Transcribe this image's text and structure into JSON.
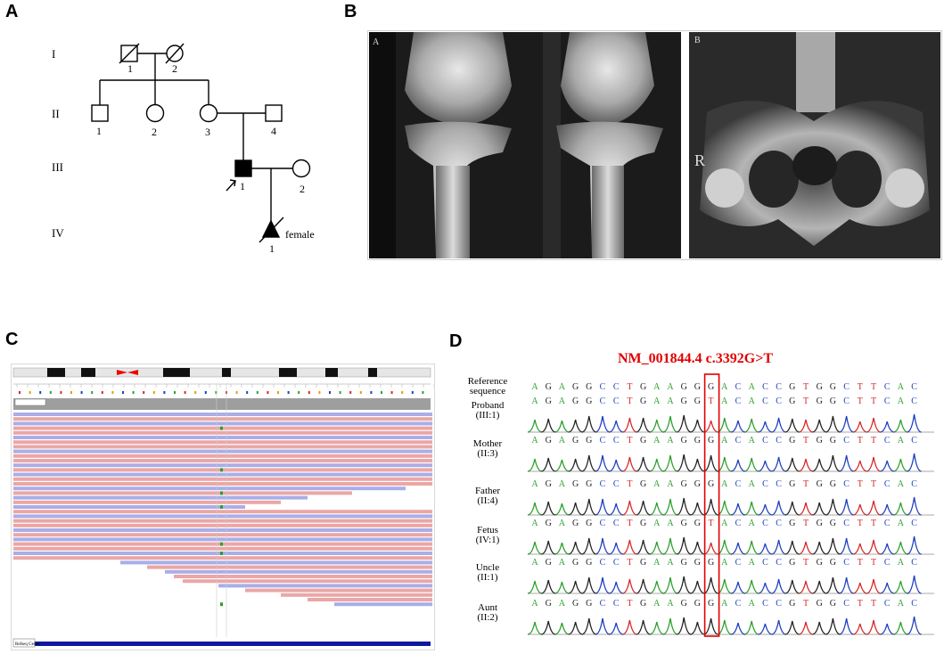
{
  "panels": {
    "a": "A",
    "b": "B",
    "c": "C",
    "d": "D"
  },
  "pedigree": {
    "generations": [
      "I",
      "II",
      "III",
      "IV"
    ],
    "individuals": [
      {
        "id": "I-1",
        "label": "1",
        "sex": "male",
        "status": "deceased"
      },
      {
        "id": "I-2",
        "label": "2",
        "sex": "female",
        "status": "deceased"
      },
      {
        "id": "II-1",
        "label": "1",
        "sex": "male",
        "status": "unaffected"
      },
      {
        "id": "II-2",
        "label": "2",
        "sex": "female",
        "status": "unaffected"
      },
      {
        "id": "II-3",
        "label": "3",
        "sex": "female",
        "status": "unaffected"
      },
      {
        "id": "II-4",
        "label": "4",
        "sex": "male",
        "status": "unaffected"
      },
      {
        "id": "III-1",
        "label": "1",
        "sex": "male",
        "status": "affected proband"
      },
      {
        "id": "III-2",
        "label": "2",
        "sex": "female",
        "status": "unaffected"
      },
      {
        "id": "IV-1",
        "label": "1",
        "sex": "fetus",
        "status": "affected, terminated",
        "note": "female"
      }
    ]
  },
  "xray": {
    "left_label": "A",
    "right_label": "B",
    "side_marker": "R"
  },
  "igv": {
    "track_label": "Refseq Genes"
  },
  "sequencing": {
    "title": "NM_001844.4 c.3392G>T",
    "reference_label": [
      "Reference",
      "sequence"
    ],
    "bases": [
      "A",
      "G",
      "A",
      "G",
      "G",
      "C",
      "C",
      "T",
      "G",
      "A",
      "A",
      "G",
      "G",
      "G",
      "A",
      "C",
      "A",
      "C",
      "C",
      "G",
      "T",
      "G",
      "G",
      "C",
      "T",
      "T",
      "C",
      "A",
      "C"
    ],
    "variant_index": 13,
    "rows": [
      {
        "name": "Proband",
        "id": "(III:1)",
        "base": "T"
      },
      {
        "name": "Mother",
        "id": "(II:3)",
        "base": "G"
      },
      {
        "name": "Father",
        "id": "(II:4)",
        "base": "G"
      },
      {
        "name": "Fetus",
        "id": "(IV:1)",
        "base": "T"
      },
      {
        "name": "Uncle",
        "id": "(II:1)",
        "base": "G"
      },
      {
        "name": "Aunt",
        "id": "(II:2)",
        "base": "G"
      }
    ],
    "base_colors": {
      "A": "#2ca02c",
      "C": "#1f3fbf",
      "G": "#222222",
      "T": "#d62728"
    }
  }
}
